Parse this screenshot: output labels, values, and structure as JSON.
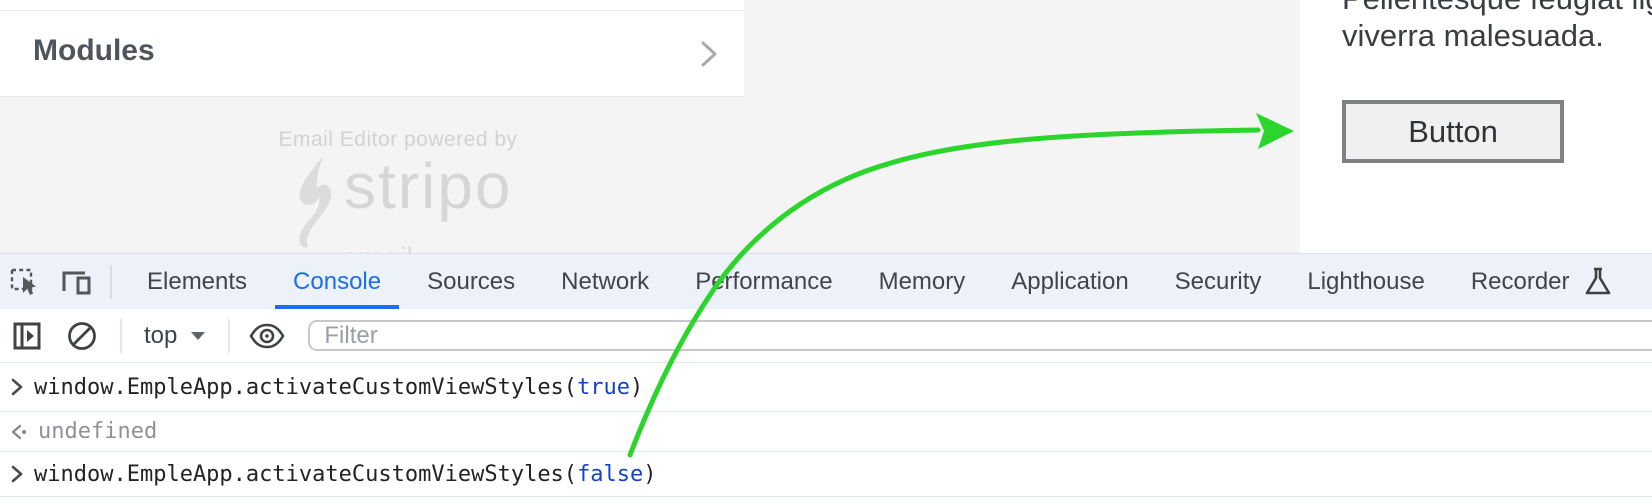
{
  "editor": {
    "modules_title": "Modules",
    "watermark": {
      "powered_by": "Email Editor powered by",
      "brand": "stripo",
      "domain": ".email"
    },
    "preview": {
      "paragraph_line1": "Pellentesque feugiat ligul",
      "paragraph_line2": "viverra malesuada.",
      "button_label": "Button"
    }
  },
  "devtools": {
    "tabs": [
      "Elements",
      "Console",
      "Sources",
      "Network",
      "Performance",
      "Memory",
      "Application",
      "Security",
      "Lighthouse",
      "Recorder"
    ],
    "active_tab": "Console",
    "toolbar": {
      "context_selector": "top",
      "filter_placeholder": "Filter"
    },
    "console": {
      "messages": [
        {
          "type": "command",
          "code_before": "window.EmpleApp.activateCustomViewStyles(",
          "arg": "true",
          "code_after": ")"
        },
        {
          "type": "result",
          "value": "undefined"
        },
        {
          "type": "command",
          "code_before": "window.EmpleApp.activateCustomViewStyles(",
          "arg": "false",
          "code_after": ")"
        }
      ]
    }
  },
  "icons": {
    "tabbar": [
      "inspect-element-icon",
      "device-toolbar-icon",
      "experiment-flask-icon"
    ],
    "console_toolbar": [
      "console-sidebar-icon",
      "clear-console-icon",
      "context-caret-icon",
      "live-expression-eye-icon"
    ],
    "page": [
      "chevron-right-icon",
      "stripo-logo-icon"
    ]
  },
  "annotation": {
    "type": "hand-drawn-arrow",
    "points_to": "preview button"
  },
  "colors": {
    "accent_blue": "#1a6ef0",
    "token_boolean_blue": "#1642c8",
    "arrow_green": "#2bd52b"
  }
}
